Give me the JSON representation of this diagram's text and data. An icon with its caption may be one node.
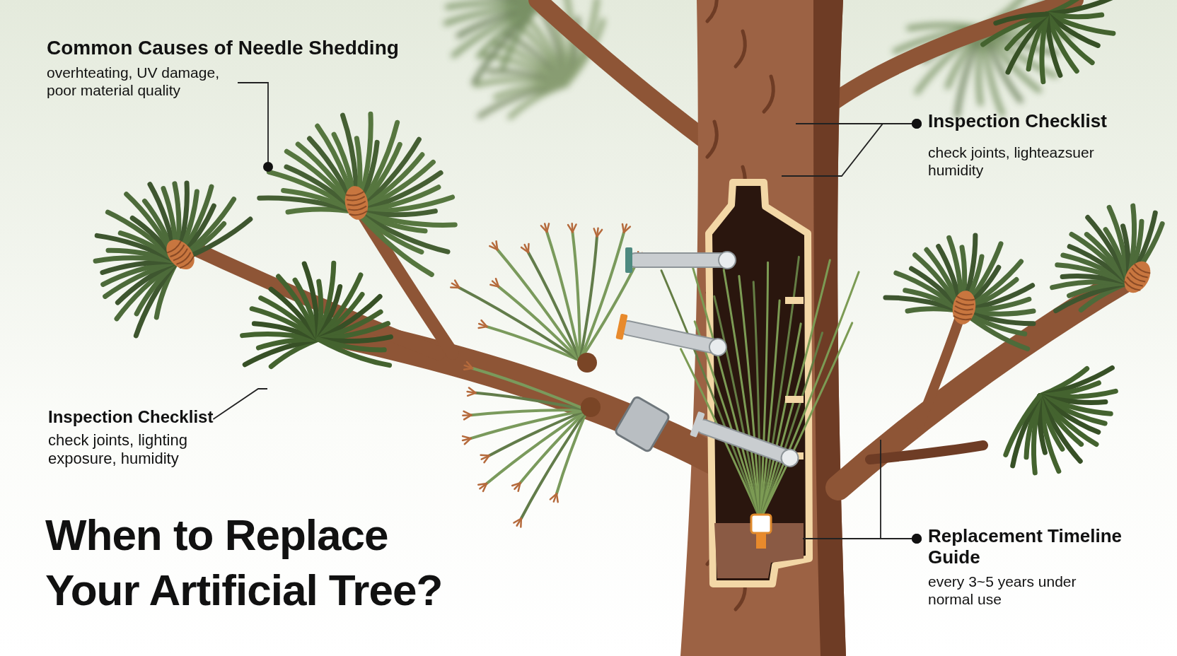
{
  "diagram": {
    "title": "When to Replace Your Artificial Tree?",
    "nodes": [
      {
        "text": [
          "Common Causes of Needle Shedding",
          "overhteating, UV damage, poor material quality"
        ]
      },
      {
        "text": [
          "Inspection Checklist",
          "check joints, lighteazsuer humidity"
        ]
      },
      {
        "text": [
          "Inspection Checklist",
          "check joints, lighting exposure, humidity"
        ]
      },
      {
        "text": [
          "Replacement Timeline Guide",
          "every 3~5 years under normal use"
        ]
      }
    ],
    "edges": [
      {
        "from": null,
        "to": 0,
        "arrow": "other"
      },
      {
        "from": 1,
        "to": null,
        "arrow": "other"
      },
      {
        "from": 1,
        "to": null,
        "arrow": "other"
      },
      {
        "from": 2,
        "to": null,
        "arrow": "none"
      },
      {
        "from": 3,
        "to": null,
        "arrow": "other"
      },
      {
        "from": 3,
        "to": null,
        "arrow": "other"
      }
    ]
  }
}
